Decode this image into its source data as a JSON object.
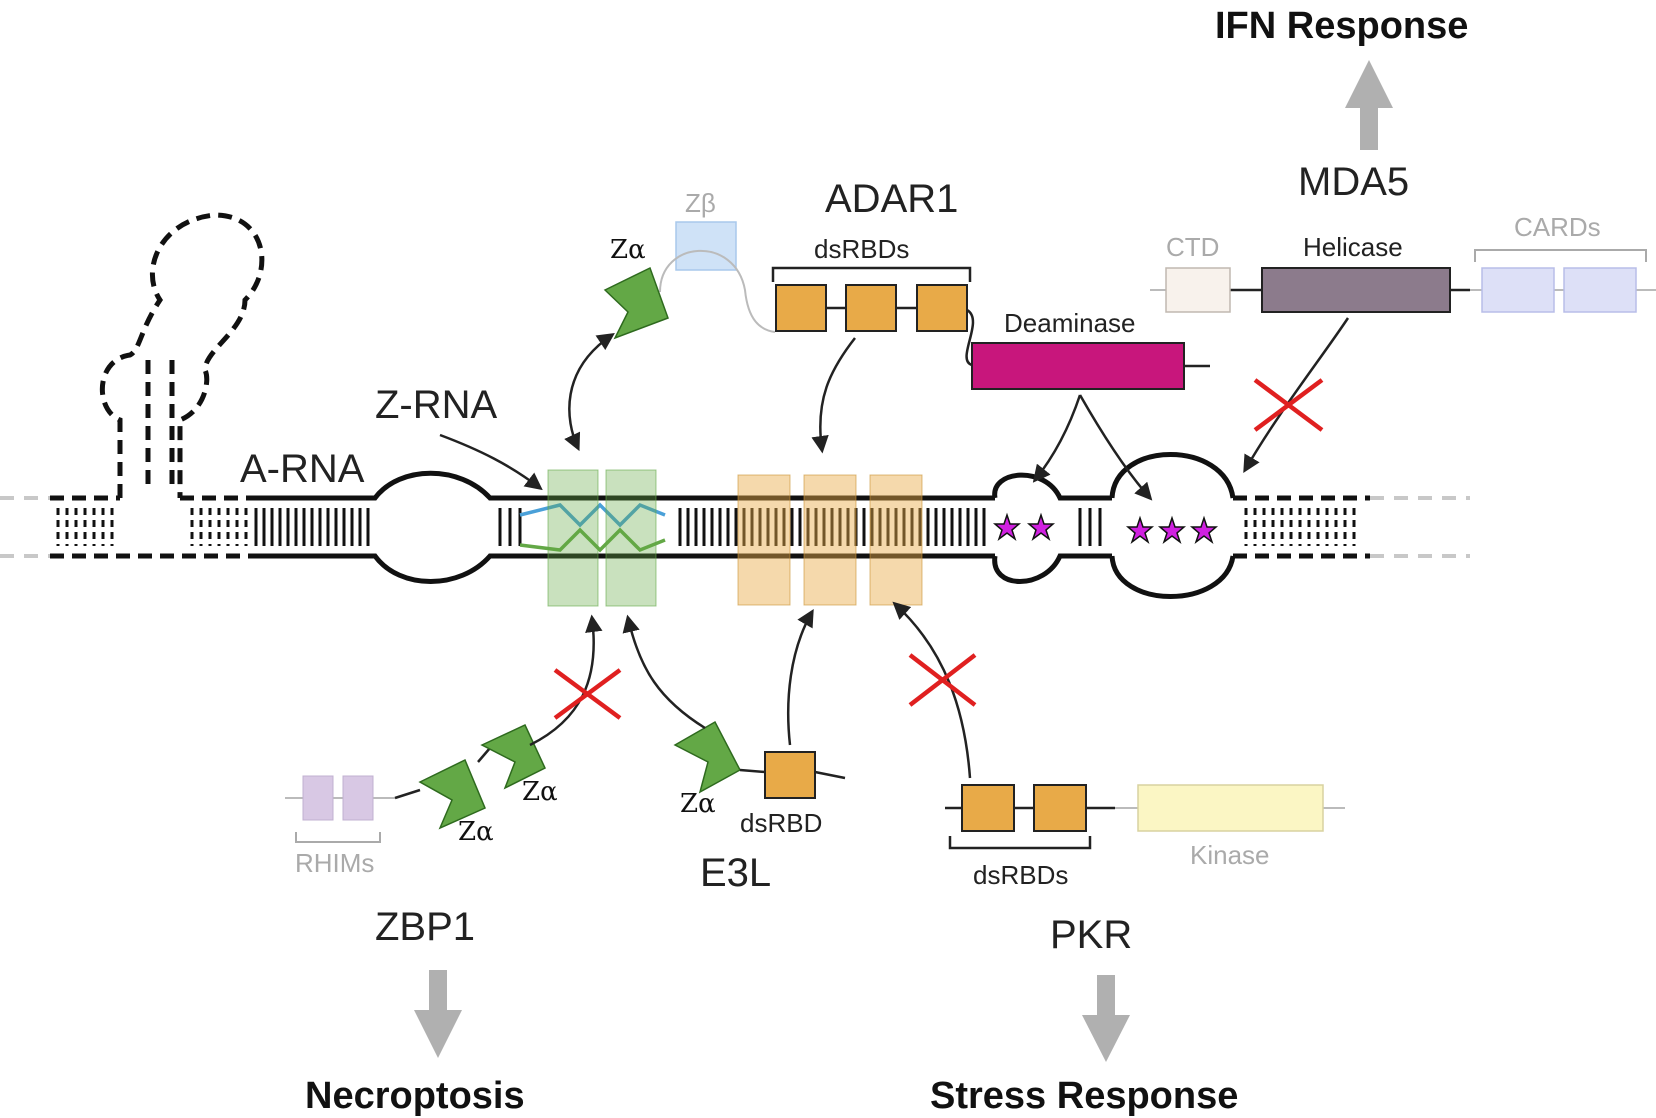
{
  "labels": {
    "adar1": "ADAR1",
    "z_beta": "Zβ",
    "z_alpha": "Zα",
    "dsrbds": "dsRBDs",
    "deaminase": "Deaminase",
    "z_rna": "Z-RNA",
    "a_rna": "A-RNA",
    "mda5": "MDA5",
    "ctd": "CTD",
    "helicase": "Helicase",
    "cards": "CARDs",
    "ifn_response": "IFN Response",
    "rhims": "RHIMs",
    "zbp1": "ZBP1",
    "dsrbd": "dsRBD",
    "e3l": "E3L",
    "kinase": "Kinase",
    "pkr": "PKR",
    "necroptosis": "Necroptosis",
    "stress_response": "Stress Response"
  },
  "colors": {
    "zalpha_green": "#63a846",
    "dsrbd_orange": "#e8aa48",
    "deaminase_magenta": "#c8167c",
    "helicase_purple": "#8c7b8c",
    "edit_star": "#d020e0",
    "block_red": "#e02020",
    "output_grey": "#b0b0b0"
  }
}
